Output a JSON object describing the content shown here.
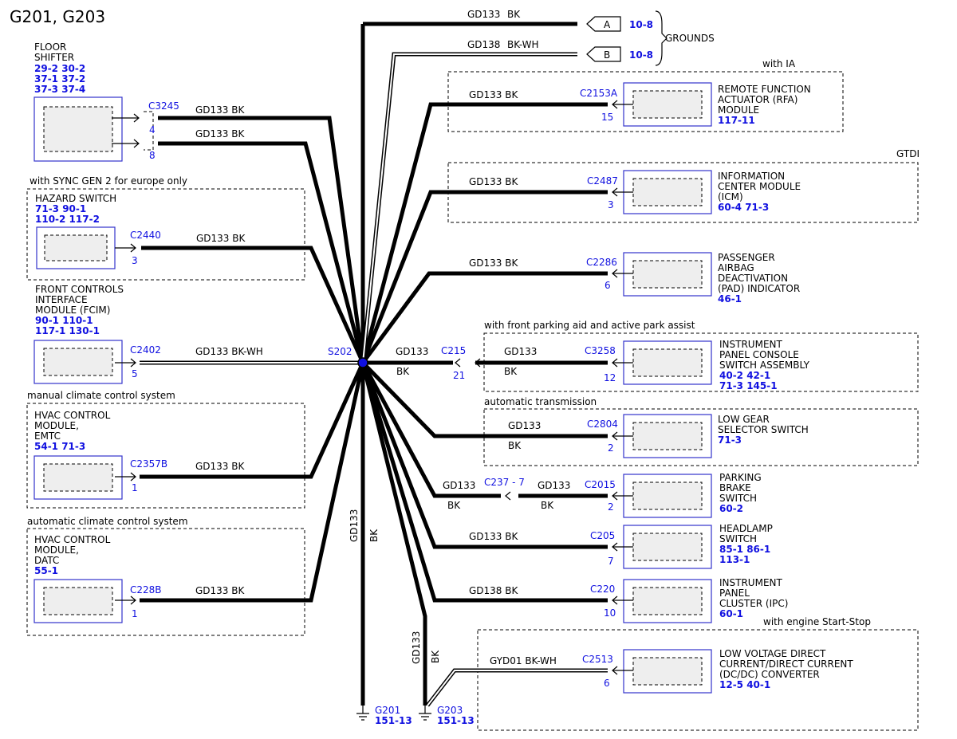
{
  "title": "G201, G203",
  "colors": {
    "accent": "#1010e0",
    "component_border": "#3333cc",
    "splice": "#1010e0"
  },
  "grounds_label": "GROUNDS",
  "top_wires": [
    {
      "circuit": "GD133",
      "color": "BK",
      "letter": "A",
      "ref": "10-8"
    },
    {
      "circuit": "GD138",
      "color": "BK-WH",
      "letter": "B",
      "ref": "10-8"
    }
  ],
  "left": {
    "floor_shifter": {
      "label": [
        "FLOOR",
        "SHIFTER"
      ],
      "refs": [
        "29-2  30-2",
        "37-1  37-2",
        "37-3  37-4"
      ],
      "connector": "C3245",
      "pins": [
        "4",
        "8"
      ],
      "wires": [
        "GD133  BK",
        "GD133  BK"
      ]
    },
    "hazard": {
      "condition": "with SYNC GEN 2 for europe only",
      "label": [
        "HAZARD SWITCH"
      ],
      "refs": [
        "71-3  90-1",
        "110-2 117-2"
      ],
      "connector": "C2440",
      "pin": "3",
      "wire": "GD133  BK"
    },
    "fcim": {
      "label": [
        "FRONT CONTROLS",
        "INTERFACE",
        "MODULE (FCIM)"
      ],
      "refs": [
        "90-1   110-1",
        "117-1 130-1"
      ],
      "connector": "C2402",
      "pin": "5",
      "wire": "GD133  BK-WH"
    },
    "emtc": {
      "condition": "manual climate control system",
      "label": [
        "HVAC CONTROL",
        "MODULE,",
        "EMTC"
      ],
      "refs": [
        "54-1  71-3"
      ],
      "connector": "C2357B",
      "pin": "1",
      "wire": "GD133  BK"
    },
    "datc": {
      "condition": "automatic climate control system",
      "label": [
        "HVAC CONTROL",
        "MODULE,",
        "DATC"
      ],
      "refs": [
        "55-1"
      ],
      "connector": "C228B",
      "pin": "1",
      "wire": "GD133  BK"
    }
  },
  "splice": "S202",
  "right": {
    "rfa": {
      "condition": "with IA",
      "label": [
        "REMOTE FUNCTION",
        "ACTUATOR (RFA)",
        "MODULE"
      ],
      "refs": [
        "117-11"
      ],
      "connector": "C2153A",
      "pin": "15",
      "wire": "GD133  BK"
    },
    "icm": {
      "condition": "GTDI",
      "label": [
        "INFORMATION",
        "CENTER MODULE",
        "(ICM)"
      ],
      "refs": [
        "60-4   71-3"
      ],
      "connector": "C2487",
      "pin": "3",
      "wire": "GD133  BK"
    },
    "pad": {
      "label": [
        "PASSENGER",
        "AIRBAG",
        "DEACTIVATION",
        "(PAD) INDICATOR"
      ],
      "refs": [
        "46-1"
      ],
      "connector": "C2286",
      "pin": "6",
      "wire": "GD133  BK"
    },
    "ipcs": {
      "condition": "with front parking aid and active park assist",
      "label": [
        "INSTRUMENT",
        "PANEL CONSOLE",
        "SWITCH ASSEMBLY"
      ],
      "refs": [
        "40-2   42-1",
        "71-3   145-1"
      ],
      "connector": "C3258",
      "pin": "12",
      "inline": "C215",
      "inline_pin": "21",
      "wire_circuit": "GD133",
      "wire_color": "BK"
    },
    "lowgear": {
      "condition": "automatic transmission",
      "label": [
        "LOW GEAR",
        "SELECTOR SWITCH"
      ],
      "refs": [
        "71-3"
      ],
      "connector": "C2804",
      "pin": "2",
      "wire_circuit": "GD133",
      "wire_color": "BK"
    },
    "parking": {
      "label": [
        "PARKING",
        "BRAKE",
        "SWITCH"
      ],
      "refs": [
        "60-2"
      ],
      "connector": "C2015",
      "pin": "2",
      "inline": "C237 - 7",
      "wire_circuit": "GD133",
      "wire_color": "BK"
    },
    "headlamp": {
      "label": [
        "HEADLAMP",
        "SWITCH"
      ],
      "refs": [
        "85-1   86-1",
        "113-1"
      ],
      "connector": "C205",
      "pin": "7",
      "wire": "GD133  BK"
    },
    "ipc": {
      "label": [
        "INSTRUMENT",
        "PANEL",
        "CLUSTER (IPC)"
      ],
      "refs": [
        "60-1"
      ],
      "connector": "C220",
      "pin": "10",
      "wire": "GD138  BK"
    },
    "dcdc": {
      "condition": "with engine Start-Stop",
      "label": [
        "LOW VOLTAGE DIRECT",
        "CURRENT/DIRECT CURRENT",
        "(DC/DC) CONVERTER"
      ],
      "refs": [
        "12-5   40-1"
      ],
      "connector": "C2513",
      "pin": "6",
      "wire": "GYD01  BK-WH"
    }
  },
  "vertical_wires": [
    {
      "circuit": "GD133",
      "color": "BK"
    },
    {
      "circuit": "GD133",
      "color": "BK"
    }
  ],
  "grounds": [
    {
      "name": "G201",
      "ref": "151-13"
    },
    {
      "name": "G203",
      "ref": "151-13"
    }
  ]
}
